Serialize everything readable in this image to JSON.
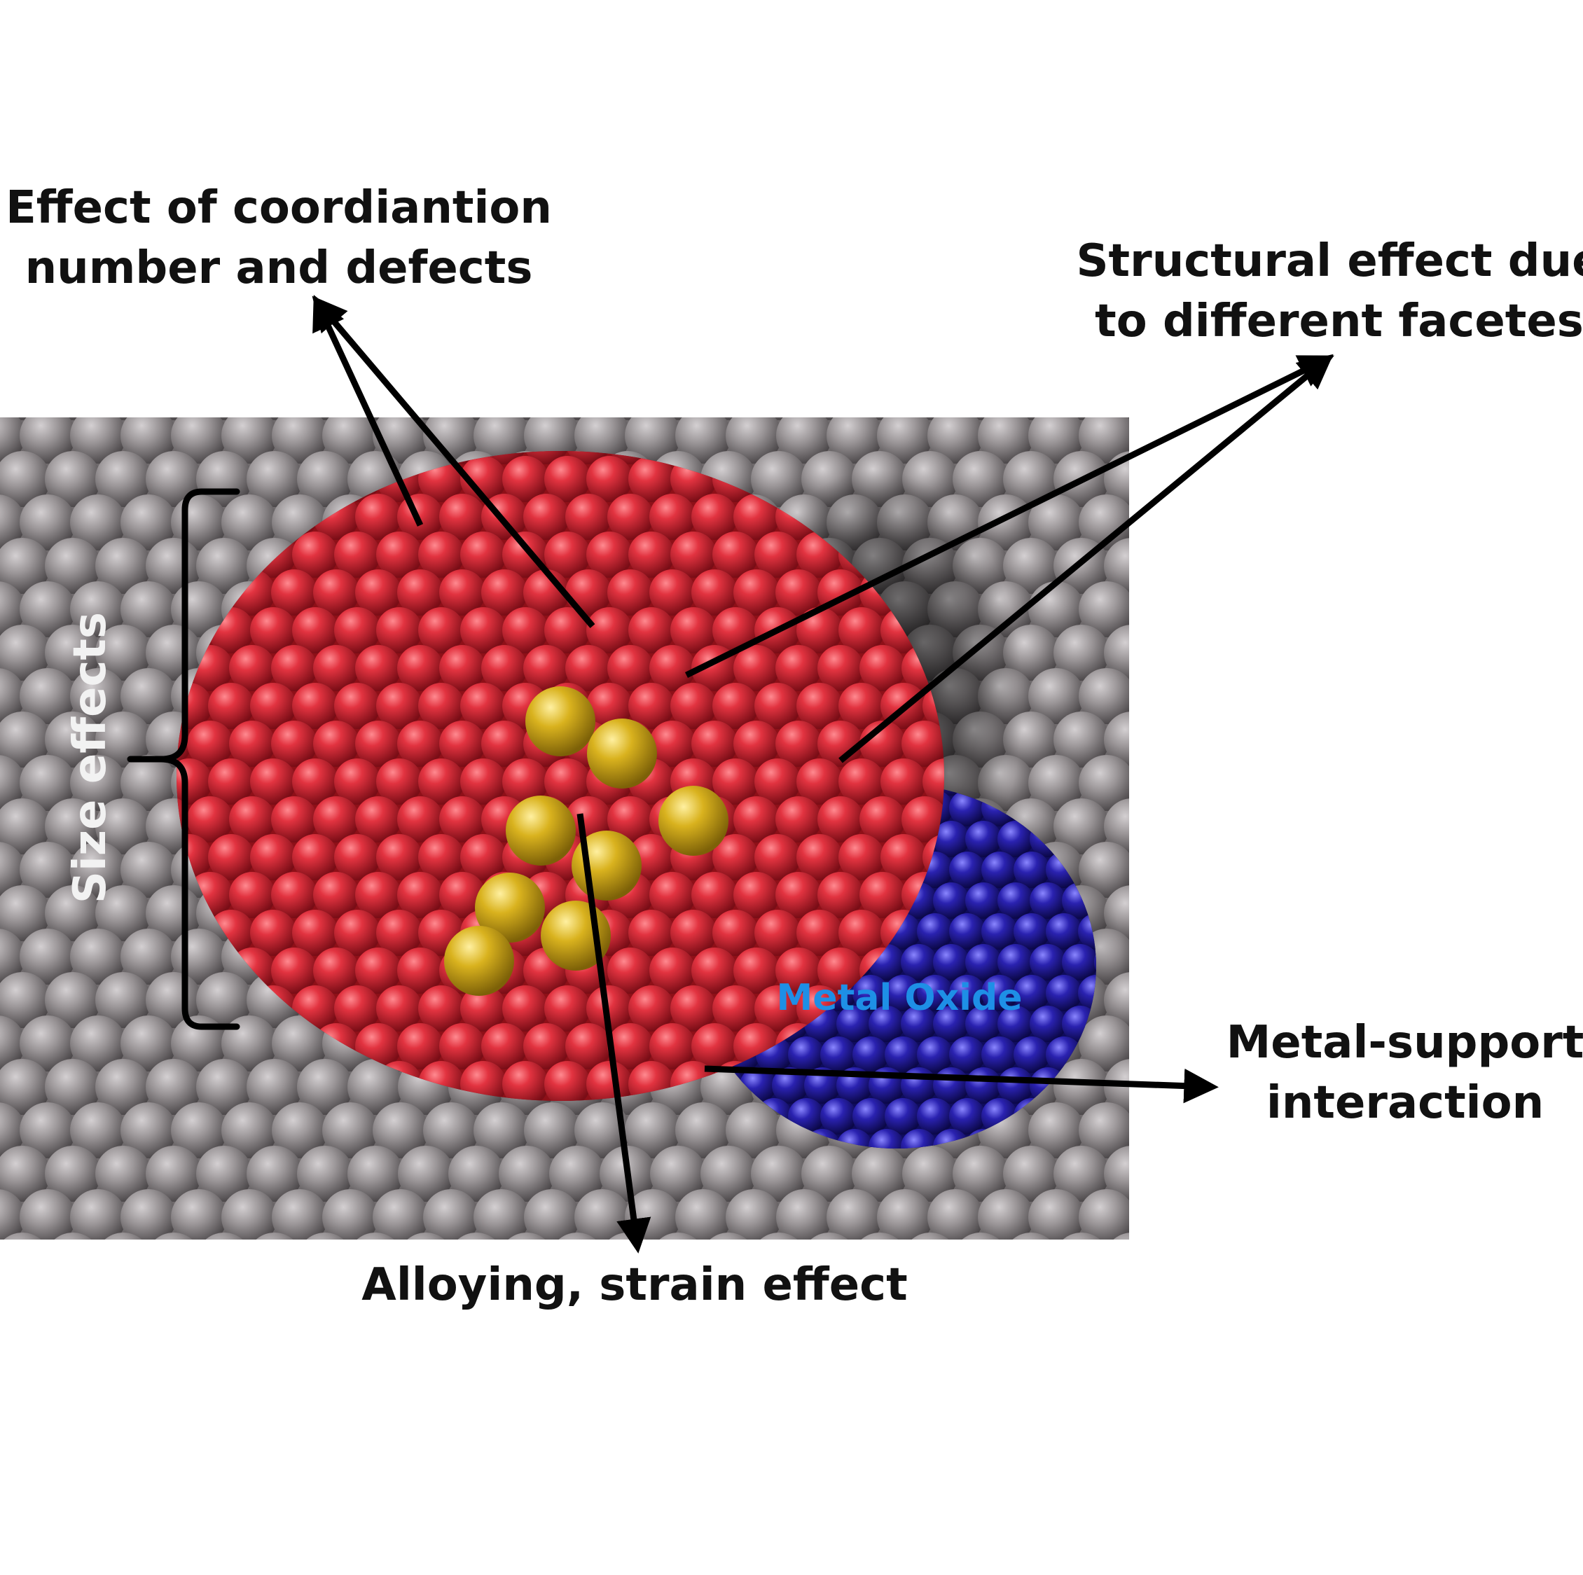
{
  "labels": {
    "coordination_line1": "Effect of coordiantion",
    "coordination_line2": "number and defects",
    "structural_line1": "Structural effect due",
    "structural_line2": "to different facetes",
    "size_effects": "Size effects",
    "metal_oxide": "Metal Oxide",
    "msi_line1": "Metal-support",
    "msi_line2": "interaction",
    "alloying": "Alloying, strain effect"
  },
  "colors": {
    "support_atom": "#8f8a8c",
    "nanoparticle_atom": "#d8232f",
    "dopant_atom": "#d6ae1a",
    "oxide_atom": "#1f1a8f",
    "metal_oxide_text": "#1e8fe6",
    "label_text": "#111111",
    "arrow": "#000000"
  }
}
